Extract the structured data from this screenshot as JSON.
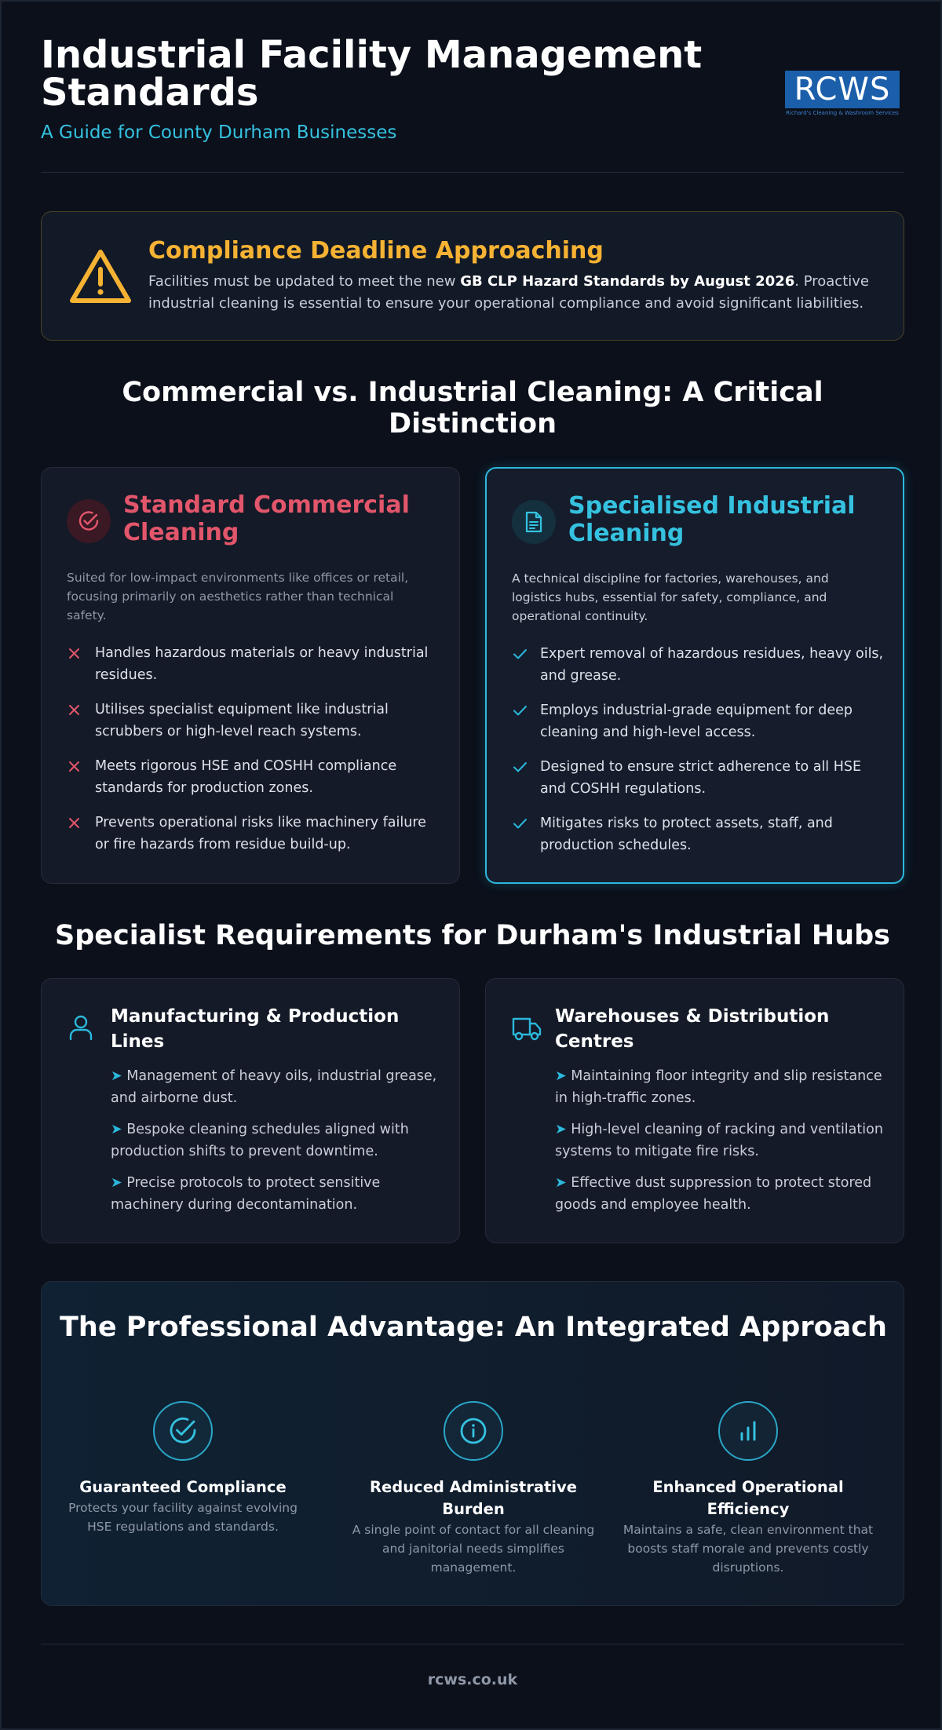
{
  "header": {
    "title": "Industrial Facility Management Standards",
    "subtitle": "A Guide for County Durham Businesses",
    "logo_text": "RCWS",
    "logo_tagline": "Richard's Cleaning & Washroom Services"
  },
  "alert": {
    "icon": "warning-triangle-icon",
    "title": "Compliance Deadline Approaching",
    "text_before": "Facilities must be updated to meet the new ",
    "text_bold": "GB CLP Hazard Standards by August 2026",
    "text_after": ". Proactive industrial cleaning is essential to ensure your operational compliance and avoid significant liabilities."
  },
  "comparison": {
    "heading": "Commercial vs. Industrial Cleaning: A Critical Distinction",
    "commercial": {
      "icon": "check-circle-icon",
      "title": "Standard Commercial Cleaning",
      "description": "Suited for low-impact environments like offices or retail, focusing primarily on aesthetics rather than technical safety.",
      "items": [
        "Handles hazardous materials or heavy industrial residues.",
        "Utilises specialist equipment like industrial scrubbers or high-level reach systems.",
        "Meets rigorous HSE and COSHH compliance standards for production zones.",
        "Prevents operational risks like machinery failure or fire hazards from residue build-up."
      ]
    },
    "industrial": {
      "icon": "document-icon",
      "title": "Specialised Industrial Cleaning",
      "description": "A technical discipline for factories, warehouses, and logistics hubs, essential for safety, compliance, and operational continuity.",
      "items": [
        "Expert removal of hazardous residues, heavy oils, and grease.",
        "Employs industrial-grade equipment for deep cleaning and high-level access.",
        "Designed to ensure strict adherence to all HSE and COSHH regulations.",
        "Mitigates risks to protect assets, staff, and production schedules."
      ]
    }
  },
  "hubs": {
    "heading": "Specialist Requirements for Durham's Industrial Hubs",
    "arrow": "➤",
    "manufacturing": {
      "icon": "user-icon",
      "title": "Manufacturing & Production Lines",
      "items": [
        "Management of heavy oils, industrial grease, and airborne dust.",
        "Bespoke cleaning schedules aligned with production shifts to prevent downtime.",
        "Precise protocols to protect sensitive machinery during decontamination."
      ]
    },
    "warehouses": {
      "icon": "truck-icon",
      "title": "Warehouses & Distribution Centres",
      "items": [
        "Maintaining floor integrity and slip resistance in high-traffic zones.",
        "High-level cleaning of racking and ventilation systems to mitigate fire risks.",
        "Effective dust suppression to protect stored goods and employee health."
      ]
    }
  },
  "advantage": {
    "heading": "The Professional Advantage: An Integrated Approach",
    "items": [
      {
        "icon": "check-circle-icon",
        "title": "Guaranteed Compliance",
        "text": "Protects your facility against evolving HSE regulations and standards."
      },
      {
        "icon": "info-circle-icon",
        "title": "Reduced Administrative Burden",
        "text": "A single point of contact for all cleaning and janitorial needs simplifies management."
      },
      {
        "icon": "bar-chart-icon",
        "title": "Enhanced Operational Efficiency",
        "text": "Maintains a safe, clean environment that boosts staff morale and prevents costly disruptions."
      }
    ]
  },
  "footer": {
    "text": "rcws.co.uk"
  },
  "colors": {
    "accent": "#2bb8dc",
    "warning": "#f5b233",
    "negative": "#e2566b",
    "background": "#0b101b"
  }
}
